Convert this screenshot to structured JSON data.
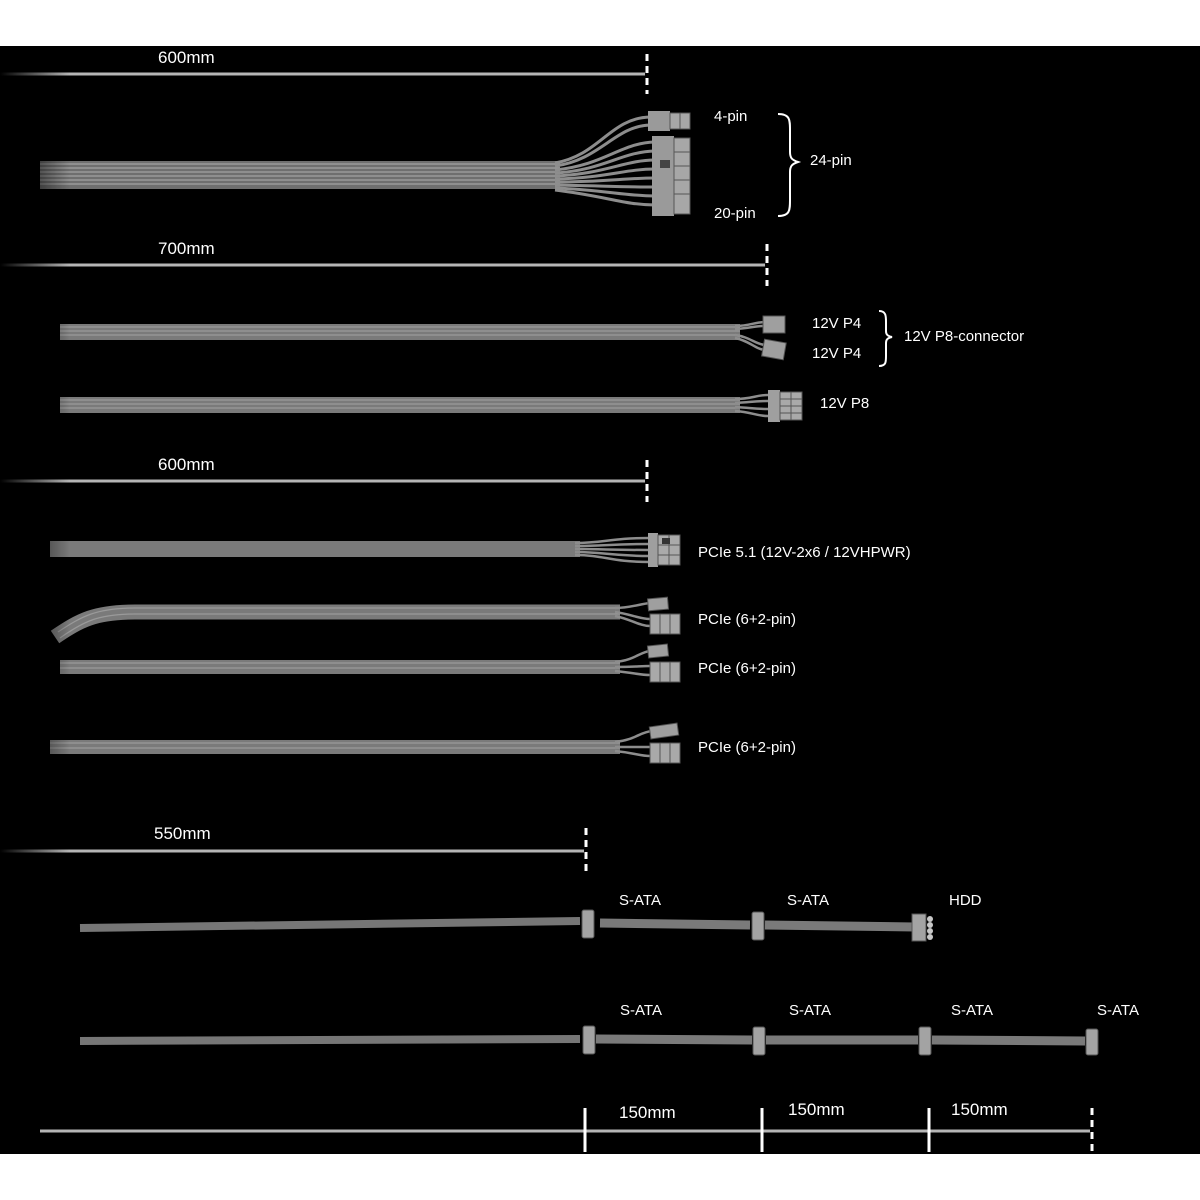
{
  "lengths": {
    "l1": "600mm",
    "l2": "700mm",
    "l3": "600mm",
    "l4": "550mm",
    "seg1": "150mm",
    "seg2": "150mm",
    "seg3": "150mm"
  },
  "connectors": {
    "atx_4pin": "4-pin",
    "atx_24pin": "24-pin",
    "atx_20pin": "20-pin",
    "cpu_p4_a": "12V P4",
    "cpu_p4_b": "12V P4",
    "cpu_p8_connector": "12V P8-connector",
    "cpu_p8": "12V P8",
    "pcie51": "PCIe 5.1 (12V-2x6 / 12VHPWR)",
    "pcie_a": "PCIe (6+2-pin)",
    "pcie_b": "PCIe (6+2-pin)",
    "pcie_c": "PCIe (6+2-pin)",
    "sata_row1": [
      "S-ATA",
      "S-ATA"
    ],
    "hdd": "HDD",
    "sata_row2": [
      "S-ATA",
      "S-ATA",
      "S-ATA",
      "S-ATA"
    ]
  },
  "colors": {
    "background": "#000000",
    "cable": "#8a8a8a",
    "measure_line": "#b5b5b5",
    "label": "#ffffff"
  }
}
